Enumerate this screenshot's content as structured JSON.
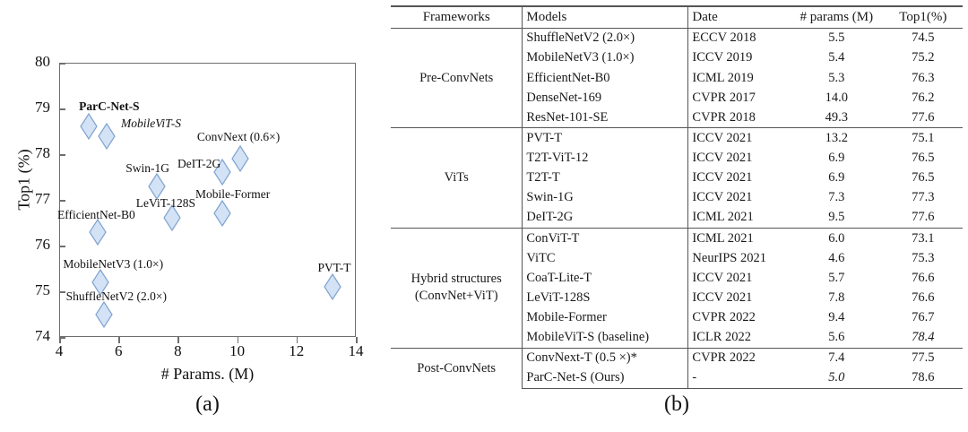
{
  "chart_data": {
    "type": "scatter",
    "title": "",
    "xlabel": "# Params. (M)",
    "ylabel": "Top1 (%)",
    "xlim": [
      4,
      14
    ],
    "ylim": [
      74,
      80
    ],
    "xticks": [
      "4",
      "6",
      "8",
      "10",
      "12",
      "14"
    ],
    "yticks": [
      "74",
      "75",
      "76",
      "77",
      "78",
      "79",
      "80"
    ],
    "grid": false,
    "legend": "none",
    "marker": {
      "shape": "diamond",
      "fill": "#d3e2f5",
      "stroke": "#7fa3cf"
    },
    "points": [
      {
        "label": "ParC-Net-S",
        "x": 5.0,
        "y": 78.6,
        "style": "bold"
      },
      {
        "label": "MobileViT-S",
        "x": 5.6,
        "y": 78.4,
        "style": "italic"
      },
      {
        "label": "ConvNext (0.6×)",
        "x": 10.1,
        "y": 77.9,
        "style": "normal"
      },
      {
        "label": "DeIT-2G",
        "x": 9.5,
        "y": 77.6,
        "style": "normal"
      },
      {
        "label": "Swin-1G",
        "x": 7.3,
        "y": 77.3,
        "style": "normal"
      },
      {
        "label": "Mobile-Former",
        "x": 9.5,
        "y": 76.7,
        "style": "normal"
      },
      {
        "label": "LeViT-128S",
        "x": 7.8,
        "y": 76.6,
        "style": "normal"
      },
      {
        "label": "EfficientNet-B0",
        "x": 5.3,
        "y": 76.3,
        "style": "normal"
      },
      {
        "label": "MobileNetV3 (1.0×)",
        "x": 5.4,
        "y": 75.2,
        "style": "normal"
      },
      {
        "label": "ShuffleNetV2 (2.0×)",
        "x": 5.5,
        "y": 74.5,
        "style": "normal"
      },
      {
        "label": "PVT-T",
        "x": 13.2,
        "y": 75.1,
        "style": "normal"
      }
    ]
  },
  "panel_a": {
    "caption": "(a)"
  },
  "panel_b": {
    "caption": "(b)",
    "columns": [
      "Frameworks",
      "Models",
      "Date",
      "# params (M)",
      "Top1(%)"
    ],
    "groups": [
      {
        "framework": "Pre-ConvNets",
        "rows": [
          {
            "model": "ShuffleNetV2 (2.0×)",
            "date": "ECCV 2018",
            "params": "5.5",
            "top1": "74.5"
          },
          {
            "model": "MobileNetV3 (1.0×)",
            "date": "ICCV 2019",
            "params": "5.4",
            "top1": "75.2"
          },
          {
            "model": "EfficientNet-B0",
            "date": "ICML 2019",
            "params": "5.3",
            "top1": "76.3"
          },
          {
            "model": "DenseNet-169",
            "date": "CVPR 2017",
            "params": "14.0",
            "top1": "76.2"
          },
          {
            "model": "ResNet-101-SE",
            "date": "CVPR 2018",
            "params": "49.3",
            "top1": "77.6"
          }
        ]
      },
      {
        "framework": "ViTs",
        "rows": [
          {
            "model": "PVT-T",
            "date": "ICCV 2021",
            "params": "13.2",
            "top1": "75.1"
          },
          {
            "model": "T2T-ViT-12",
            "date": "ICCV 2021",
            "params": "6.9",
            "top1": "76.5"
          },
          {
            "model": "T2T-T",
            "date": "ICCV 2021",
            "params": "6.9",
            "top1": "76.5"
          },
          {
            "model": "Swin-1G",
            "date": "ICCV 2021",
            "params": "7.3",
            "top1": "77.3"
          },
          {
            "model": "DeIT-2G",
            "date": "ICML 2021",
            "params": "9.5",
            "top1": "77.6"
          }
        ]
      },
      {
        "framework": "Hybrid structures (ConvNet+ViT)",
        "framework_line1": "Hybrid structures",
        "framework_line2": "(ConvNet+ViT)",
        "rows": [
          {
            "model": "ConViT-T",
            "date": "ICML 2021",
            "params": "6.0",
            "top1": "73.1"
          },
          {
            "model": "ViTC",
            "date": "NeurIPS 2021",
            "params": "4.6",
            "params_style": "bold",
            "top1": "75.3"
          },
          {
            "model": "CoaT-Lite-T",
            "date": "ICCV 2021",
            "params": "5.7",
            "top1": "76.6"
          },
          {
            "model": "LeViT-128S",
            "date": "ICCV 2021",
            "params": "7.8",
            "top1": "76.6"
          },
          {
            "model": "Mobile-Former",
            "date": "CVPR 2022",
            "params": "9.4",
            "top1": "76.7"
          },
          {
            "model": "MobileViT-S (baseline)",
            "date": "ICLR 2022",
            "params": "5.6",
            "top1": "78.4",
            "top1_style": "italic"
          }
        ]
      },
      {
        "framework": "Post-ConvNets",
        "rows": [
          {
            "model": "ConvNext-T (0.5 ×)*",
            "date": "CVPR 2022",
            "params": "7.4",
            "top1": "77.5"
          },
          {
            "model": "ParC-Net-S  (Ours)",
            "date": "-",
            "params": "5.0",
            "params_style": "italic",
            "top1": "78.6",
            "top1_style": "bold"
          }
        ]
      }
    ]
  }
}
